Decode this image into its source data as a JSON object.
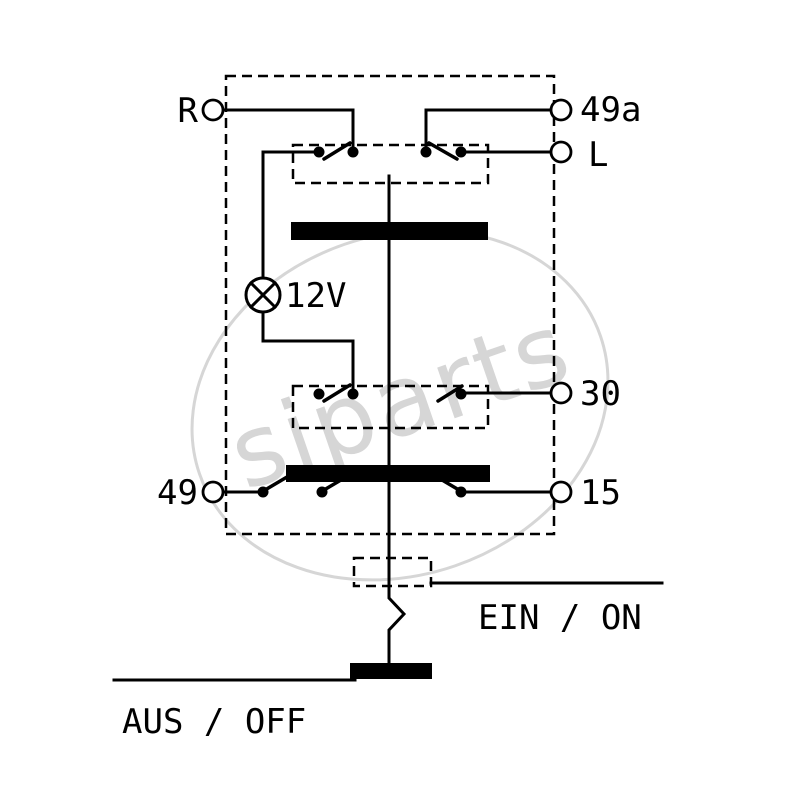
{
  "diagram": {
    "watermark": "siparts",
    "labels": {
      "terminal_r": "R",
      "terminal_49a": "49a",
      "terminal_l": "L",
      "terminal_30": "30",
      "terminal_15": "15",
      "terminal_49": "49",
      "lamp_voltage": "12V",
      "switch_on": "EIN / ON",
      "switch_off": "AUS / OFF"
    },
    "colors": {
      "line": "#000000",
      "watermark": "#d6d6d6",
      "background": "#ffffff"
    }
  }
}
